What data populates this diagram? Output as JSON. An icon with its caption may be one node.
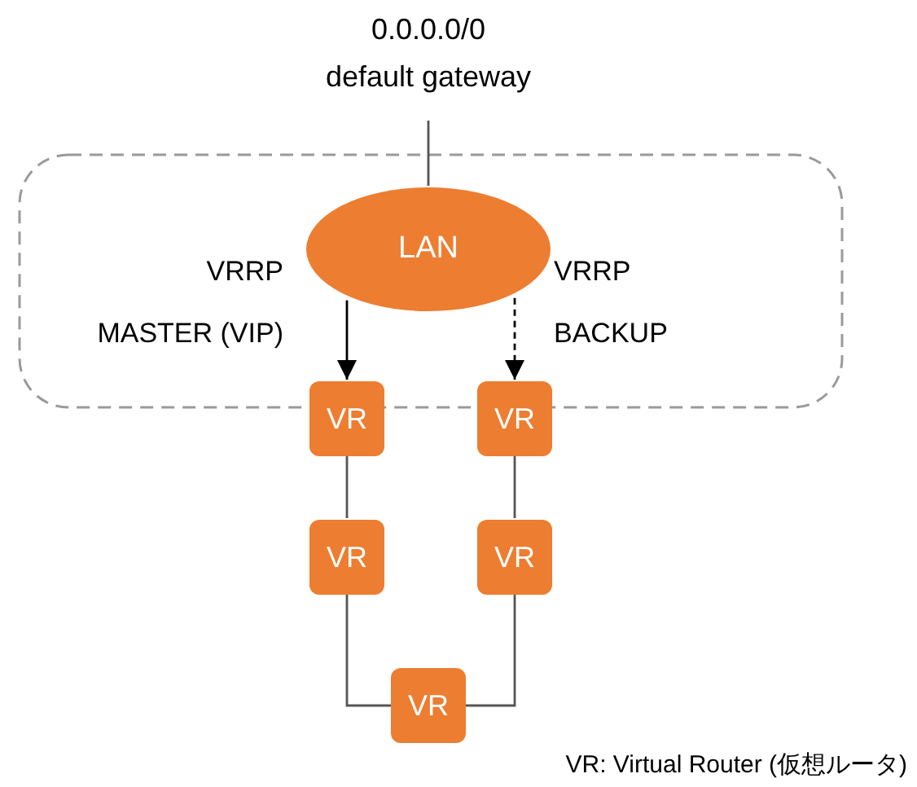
{
  "diagram": {
    "nodes": [
      {
        "text": [
          "0.0.0.0/0 default gateway"
        ]
      },
      {
        "text": [
          "LAN"
        ]
      },
      {
        "text": [
          "VR"
        ]
      },
      {
        "text": [
          "VR"
        ]
      },
      {
        "text": [
          "VR"
        ]
      },
      {
        "text": [
          "VR"
        ]
      },
      {
        "text": [
          "VR"
        ]
      }
    ],
    "edges": [
      {
        "from": 0,
        "to": 1,
        "arrow": "none"
      },
      {
        "from": 1,
        "to": 2,
        "arrow": "to",
        "label": "VRRP MASTER (VIP)"
      },
      {
        "from": 1,
        "to": 3,
        "arrow": "to",
        "label": "VRRP BACKUP",
        "style": "dashed"
      },
      {
        "from": 2,
        "to": 4,
        "arrow": "none"
      },
      {
        "from": 3,
        "to": 5,
        "arrow": "none"
      },
      {
        "from": 4,
        "to": 6,
        "arrow": "none"
      },
      {
        "from": 5,
        "to": 6,
        "arrow": "none"
      }
    ],
    "labels": [
      "VR: Virtual Router (仮想ルータ)"
    ]
  }
}
